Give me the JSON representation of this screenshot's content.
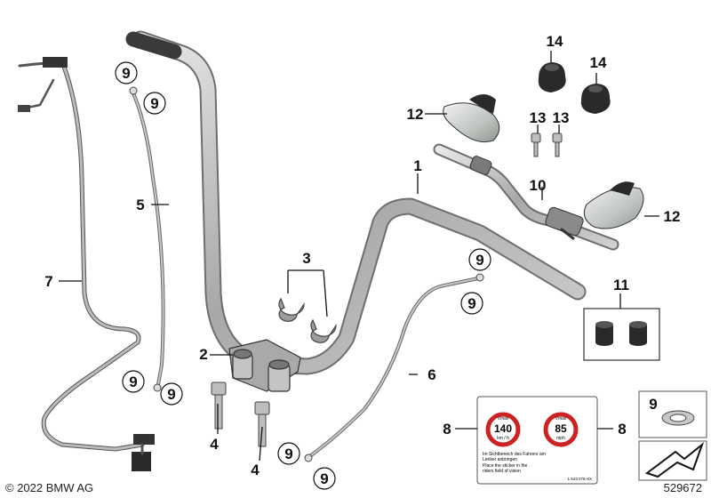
{
  "copyright": "© 2022 BMW AG",
  "diagram_id": "529672",
  "callouts": {
    "c1": "1",
    "c2": "2",
    "c3": "3",
    "c4a": "4",
    "c4b": "4",
    "c5": "5",
    "c6": "6",
    "c7": "7",
    "c8a": "8",
    "c8b": "8",
    "c9a": "9",
    "c9b": "9",
    "c9c": "9",
    "c9d": "9",
    "c9e": "9",
    "c9f": "9",
    "c9g": "9",
    "c9h": "9",
    "c9i": "9",
    "c10": "10",
    "c11": "11",
    "c12a": "12",
    "c12b": "12",
    "c13a": "13",
    "c13b": "13",
    "c14a": "14",
    "c14b": "14"
  },
  "sticker": {
    "speed_1": "140",
    "unit_1": "km / h",
    "speed_2": "85",
    "unit_2": "mph",
    "top_1": "Vmax",
    "top_2": "Vmax",
    "text_de_1": "Im Sichtbereich des Fahrers am",
    "text_de_2": "Lenker anbringen",
    "text_en_1": "Place the sticker in the",
    "text_en_2": "riders field of vision",
    "part_no": "1 543 076-XX"
  },
  "colors": {
    "line": "#111111",
    "metal": "#b8b8b8",
    "rubber": "#2a2a2a",
    "ring": "#cc2222"
  }
}
